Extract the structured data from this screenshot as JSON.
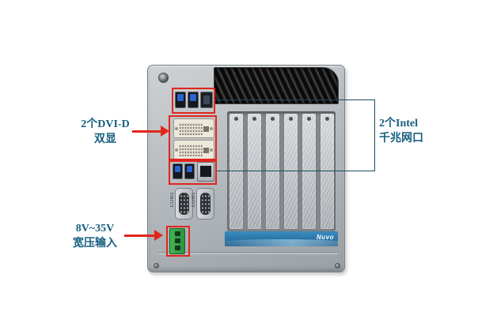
{
  "annotations": {
    "dvi": {
      "line1": "2个DVI-D",
      "line2": "双显"
    },
    "lan": {
      "line1": "2个Intel",
      "line2": "千兆网口"
    },
    "power": {
      "line1": "8V~35V",
      "line2": "宽压输入"
    }
  },
  "device": {
    "com_labels": [
      "COM2",
      "COM1"
    ],
    "logo_text": "Nuvo"
  },
  "colors": {
    "annotation_text": "#175E80",
    "callout": "#E1251B",
    "connector_line": "#1D4A60",
    "brand_stripe": "#2A74A6",
    "power_terminal": "#2E9140"
  }
}
